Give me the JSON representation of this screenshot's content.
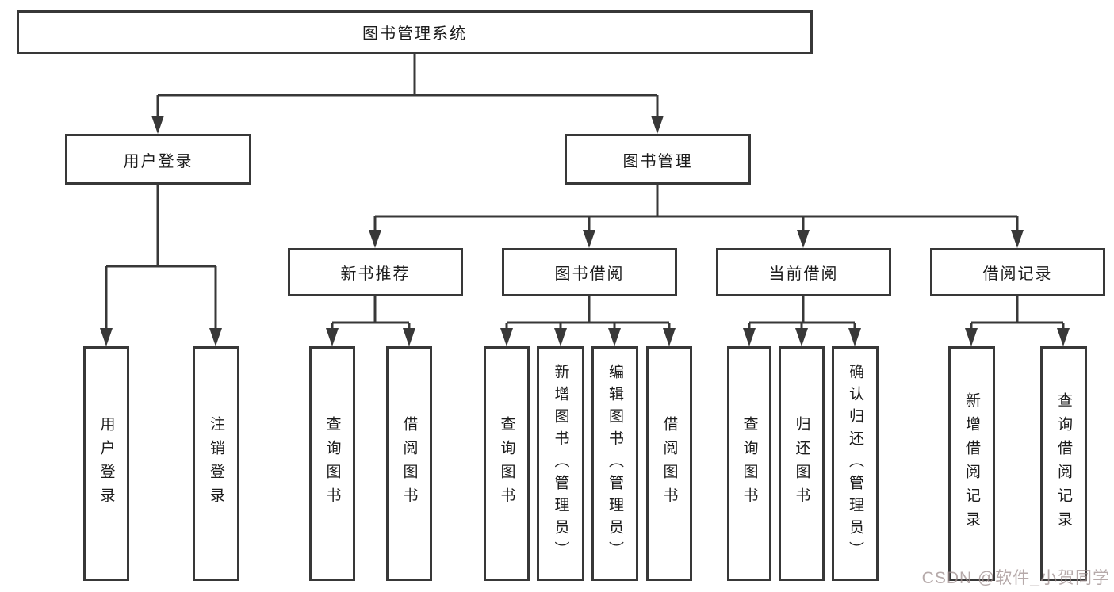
{
  "nodes": {
    "root": {
      "label": "图书管理系统"
    },
    "level2": {
      "user_login": {
        "label": "用户登录"
      },
      "book_mgmt": {
        "label": "图书管理"
      }
    },
    "level3": {
      "new_book_rec": {
        "label": "新书推荐"
      },
      "book_borrow": {
        "label": "图书借阅"
      },
      "current_borrow": {
        "label": "当前借阅"
      },
      "borrow_records": {
        "label": "借阅记录"
      }
    },
    "leaves": {
      "user_login_leaf": {
        "label": "用户登录"
      },
      "logout": {
        "label": "注销登录"
      },
      "nb_query_books": {
        "label": "查询图书"
      },
      "nb_borrow_books": {
        "label": "借阅图书"
      },
      "bb_query_books": {
        "label": "查询图书"
      },
      "bb_add_books": {
        "label": "新增图书（管理员）"
      },
      "bb_edit_books": {
        "label": "编辑图书（管理员）"
      },
      "bb_borrow_books": {
        "label": "借阅图书"
      },
      "cb_query_books": {
        "label": "查询图书"
      },
      "cb_return_books": {
        "label": "归还图书"
      },
      "cb_confirm_return": {
        "label": "确认归还（管理员）"
      },
      "br_add_record": {
        "label": "新增借阅记录"
      },
      "br_query_record": {
        "label": "查询借阅记录"
      }
    }
  },
  "watermark": {
    "text": "CSDN @软件_小贺同学"
  },
  "colors": {
    "line": "#383838",
    "border": "#383838",
    "text": "#1c1c1c",
    "background": "#ffffff",
    "watermark": "#9e8d8d"
  }
}
